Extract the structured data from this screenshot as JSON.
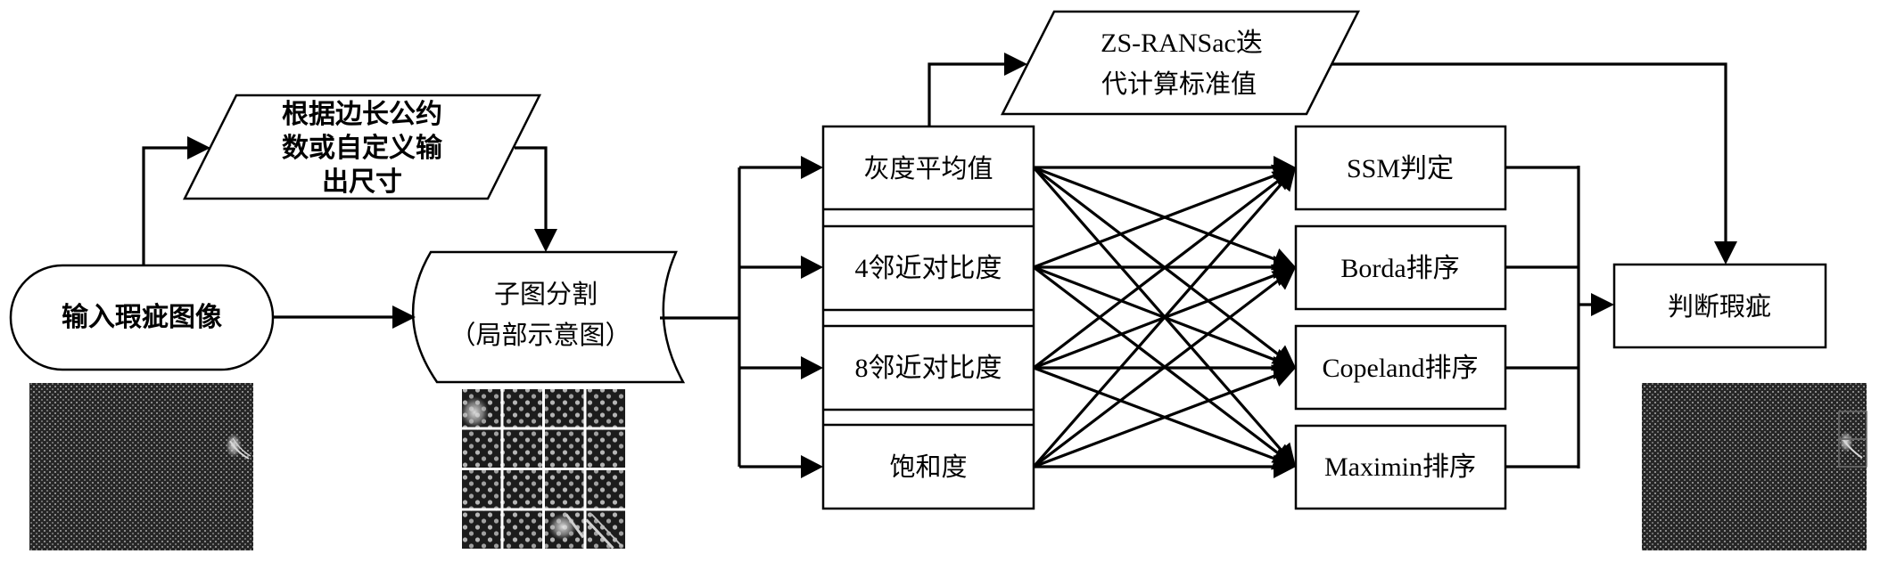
{
  "diagram": {
    "title": "",
    "nodes": {
      "input": {
        "label": "输入瑕疵图像",
        "shape": "terminator"
      },
      "size_param": {
        "lines": [
          "根据边长公约",
          "数或自定义输",
          "出尺寸"
        ],
        "shape": "parallelogram"
      },
      "split": {
        "lines": [
          "子图分割",
          "（局部示意图）"
        ],
        "shape": "stored-data"
      },
      "features": {
        "shape": "multi-row-box",
        "rows": [
          "灰度平均值",
          "4邻近对比度",
          "8邻近对比度",
          "饱和度"
        ]
      },
      "ransac": {
        "lines": [
          "ZS-RANSac迭",
          "代计算标准值"
        ],
        "shape": "parallelogram"
      },
      "methods": {
        "shape": "box",
        "items": [
          "SSM判定",
          "Borda排序",
          "Copeland排序",
          "Maximin排序"
        ]
      },
      "judge": {
        "label": "判断瑕疵",
        "shape": "box"
      }
    },
    "images": {
      "input_image": {
        "description": "woven fabric grayscale image with a bright defect near right edge"
      },
      "subimage_grid": {
        "rows": 4,
        "cols": 4,
        "description": "partial illustration of 4x4 sub-image tiles"
      },
      "output_image": {
        "description": "fabric image with detected defect highlighted by boxes"
      }
    },
    "edges": [
      {
        "from": "input",
        "to": "size_param"
      },
      {
        "from": "size_param",
        "to": "split"
      },
      {
        "from": "input",
        "to": "split"
      },
      {
        "from": "split",
        "to": "features.0"
      },
      {
        "from": "split",
        "to": "features.1"
      },
      {
        "from": "split",
        "to": "features.2"
      },
      {
        "from": "split",
        "to": "features.3"
      },
      {
        "from": "features",
        "to": "ransac"
      },
      {
        "from": "ransac",
        "to": "judge"
      },
      {
        "from": "features.*",
        "to": "methods.*",
        "type": "all-to-all"
      },
      {
        "from": "methods.*",
        "to": "judge"
      }
    ],
    "colors": {
      "stroke": "#000000",
      "fill": "#ffffff",
      "image_bg": "#2b2b2b",
      "highlight_box": "#6a6a6a"
    }
  }
}
